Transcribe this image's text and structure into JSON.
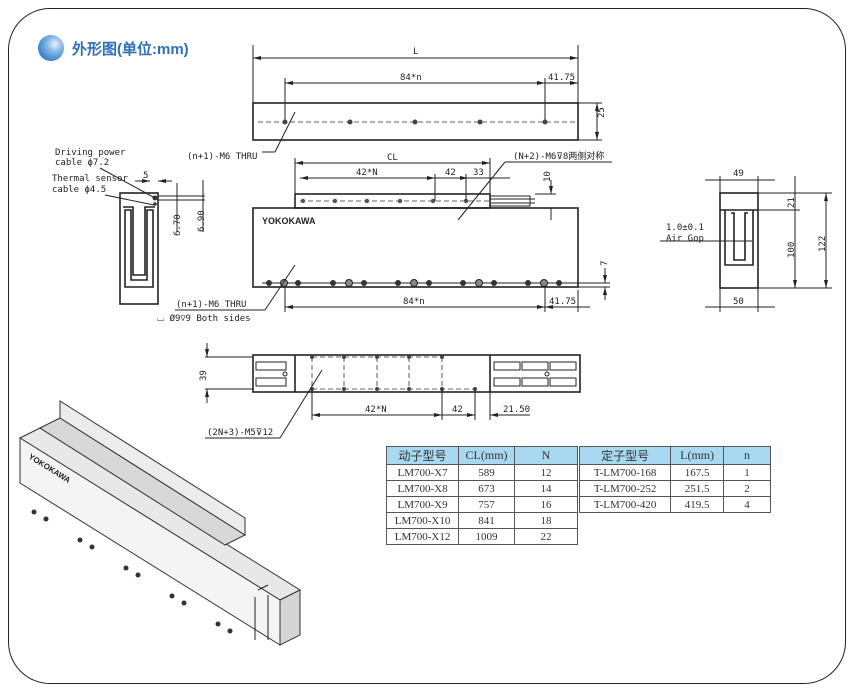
{
  "header": {
    "title": "外形图(单位:mm)"
  },
  "top_view": {
    "L": "L",
    "pitch": "84*n",
    "end": "41.75",
    "height": "25",
    "thru": "(n+1)-M6 THRU"
  },
  "front_view": {
    "CL": "CL",
    "pitchN": "42*N",
    "p42": "42",
    "p33": "33",
    "slider_holes": "(N+2)-M6⊽8两侧对称",
    "h10": "10",
    "h7": "7",
    "brand": "YOKOKAWA",
    "pitch": "84*n",
    "end": "41.75",
    "thru": "(n+1)-M6 THRU",
    "counterbore": "⌴ Ø9⊽9 Both sides"
  },
  "side_view": {
    "power1": "Driving power",
    "power2": "cable ϕ7.2",
    "sensor1": "Thermal sensor",
    "sensor2": "cable ϕ4.5",
    "d5": "5",
    "d670": "6.70",
    "d690": "6.90"
  },
  "end_view": {
    "w49": "49",
    "w50": "50",
    "h21": "21",
    "h100": "100",
    "h122": "122",
    "gap1": "1.0±0.1",
    "gap2": "Air Gop"
  },
  "bottom_view": {
    "h39": "39",
    "pitchN": "42*N",
    "p42": "42",
    "end": "21.50",
    "holes": "(2N+3)-M5⊽12"
  },
  "iso": {
    "brand": "YOKOKAWA"
  },
  "mover_table": {
    "headers": [
      "动子型号",
      "CL(mm)",
      "N"
    ],
    "rows": [
      [
        "LM700-X7",
        "589",
        "12"
      ],
      [
        "LM700-X8",
        "673",
        "14"
      ],
      [
        "LM700-X9",
        "757",
        "16"
      ],
      [
        "LM700-X10",
        "841",
        "18"
      ],
      [
        "LM700-X12",
        "1009",
        "22"
      ]
    ]
  },
  "stator_table": {
    "headers": [
      "定子型号",
      "L(mm)",
      "n"
    ],
    "rows": [
      [
        "T-LM700-168",
        "167.5",
        "1"
      ],
      [
        "T-LM700-252",
        "251.5",
        "2"
      ],
      [
        "T-LM700-420",
        "419.5",
        "4"
      ]
    ]
  }
}
